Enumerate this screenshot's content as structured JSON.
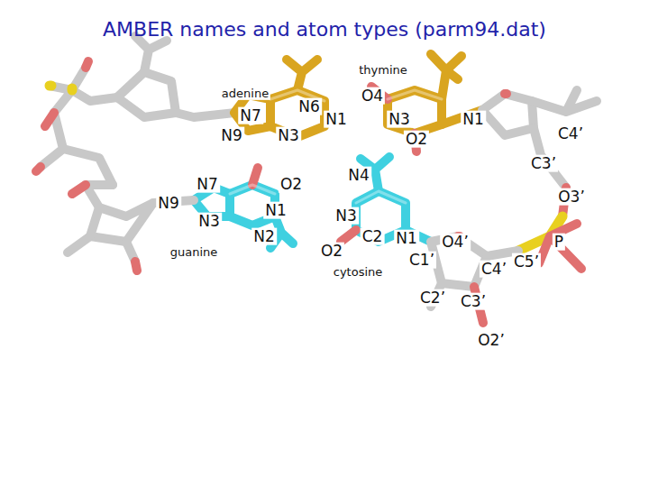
{
  "diagram": {
    "title": "AMBER names and atom types (parm94.dat)",
    "labels": [
      "thymine",
      "adenine",
      "N6",
      "O4",
      "N7",
      "N1",
      "N3",
      "N1",
      "N9",
      "N3",
      "O2",
      "C4’",
      "C3’",
      "N7",
      "O2",
      "N4",
      "N9",
      "N1",
      "O3’",
      "N3",
      "N3",
      "guanine",
      "N2",
      "C2",
      "N1",
      "O4’",
      "P",
      "O2",
      "C1’",
      "C4’",
      "C5’",
      "cytosine",
      "C2’",
      "C3’",
      "O2’"
    ]
  }
}
